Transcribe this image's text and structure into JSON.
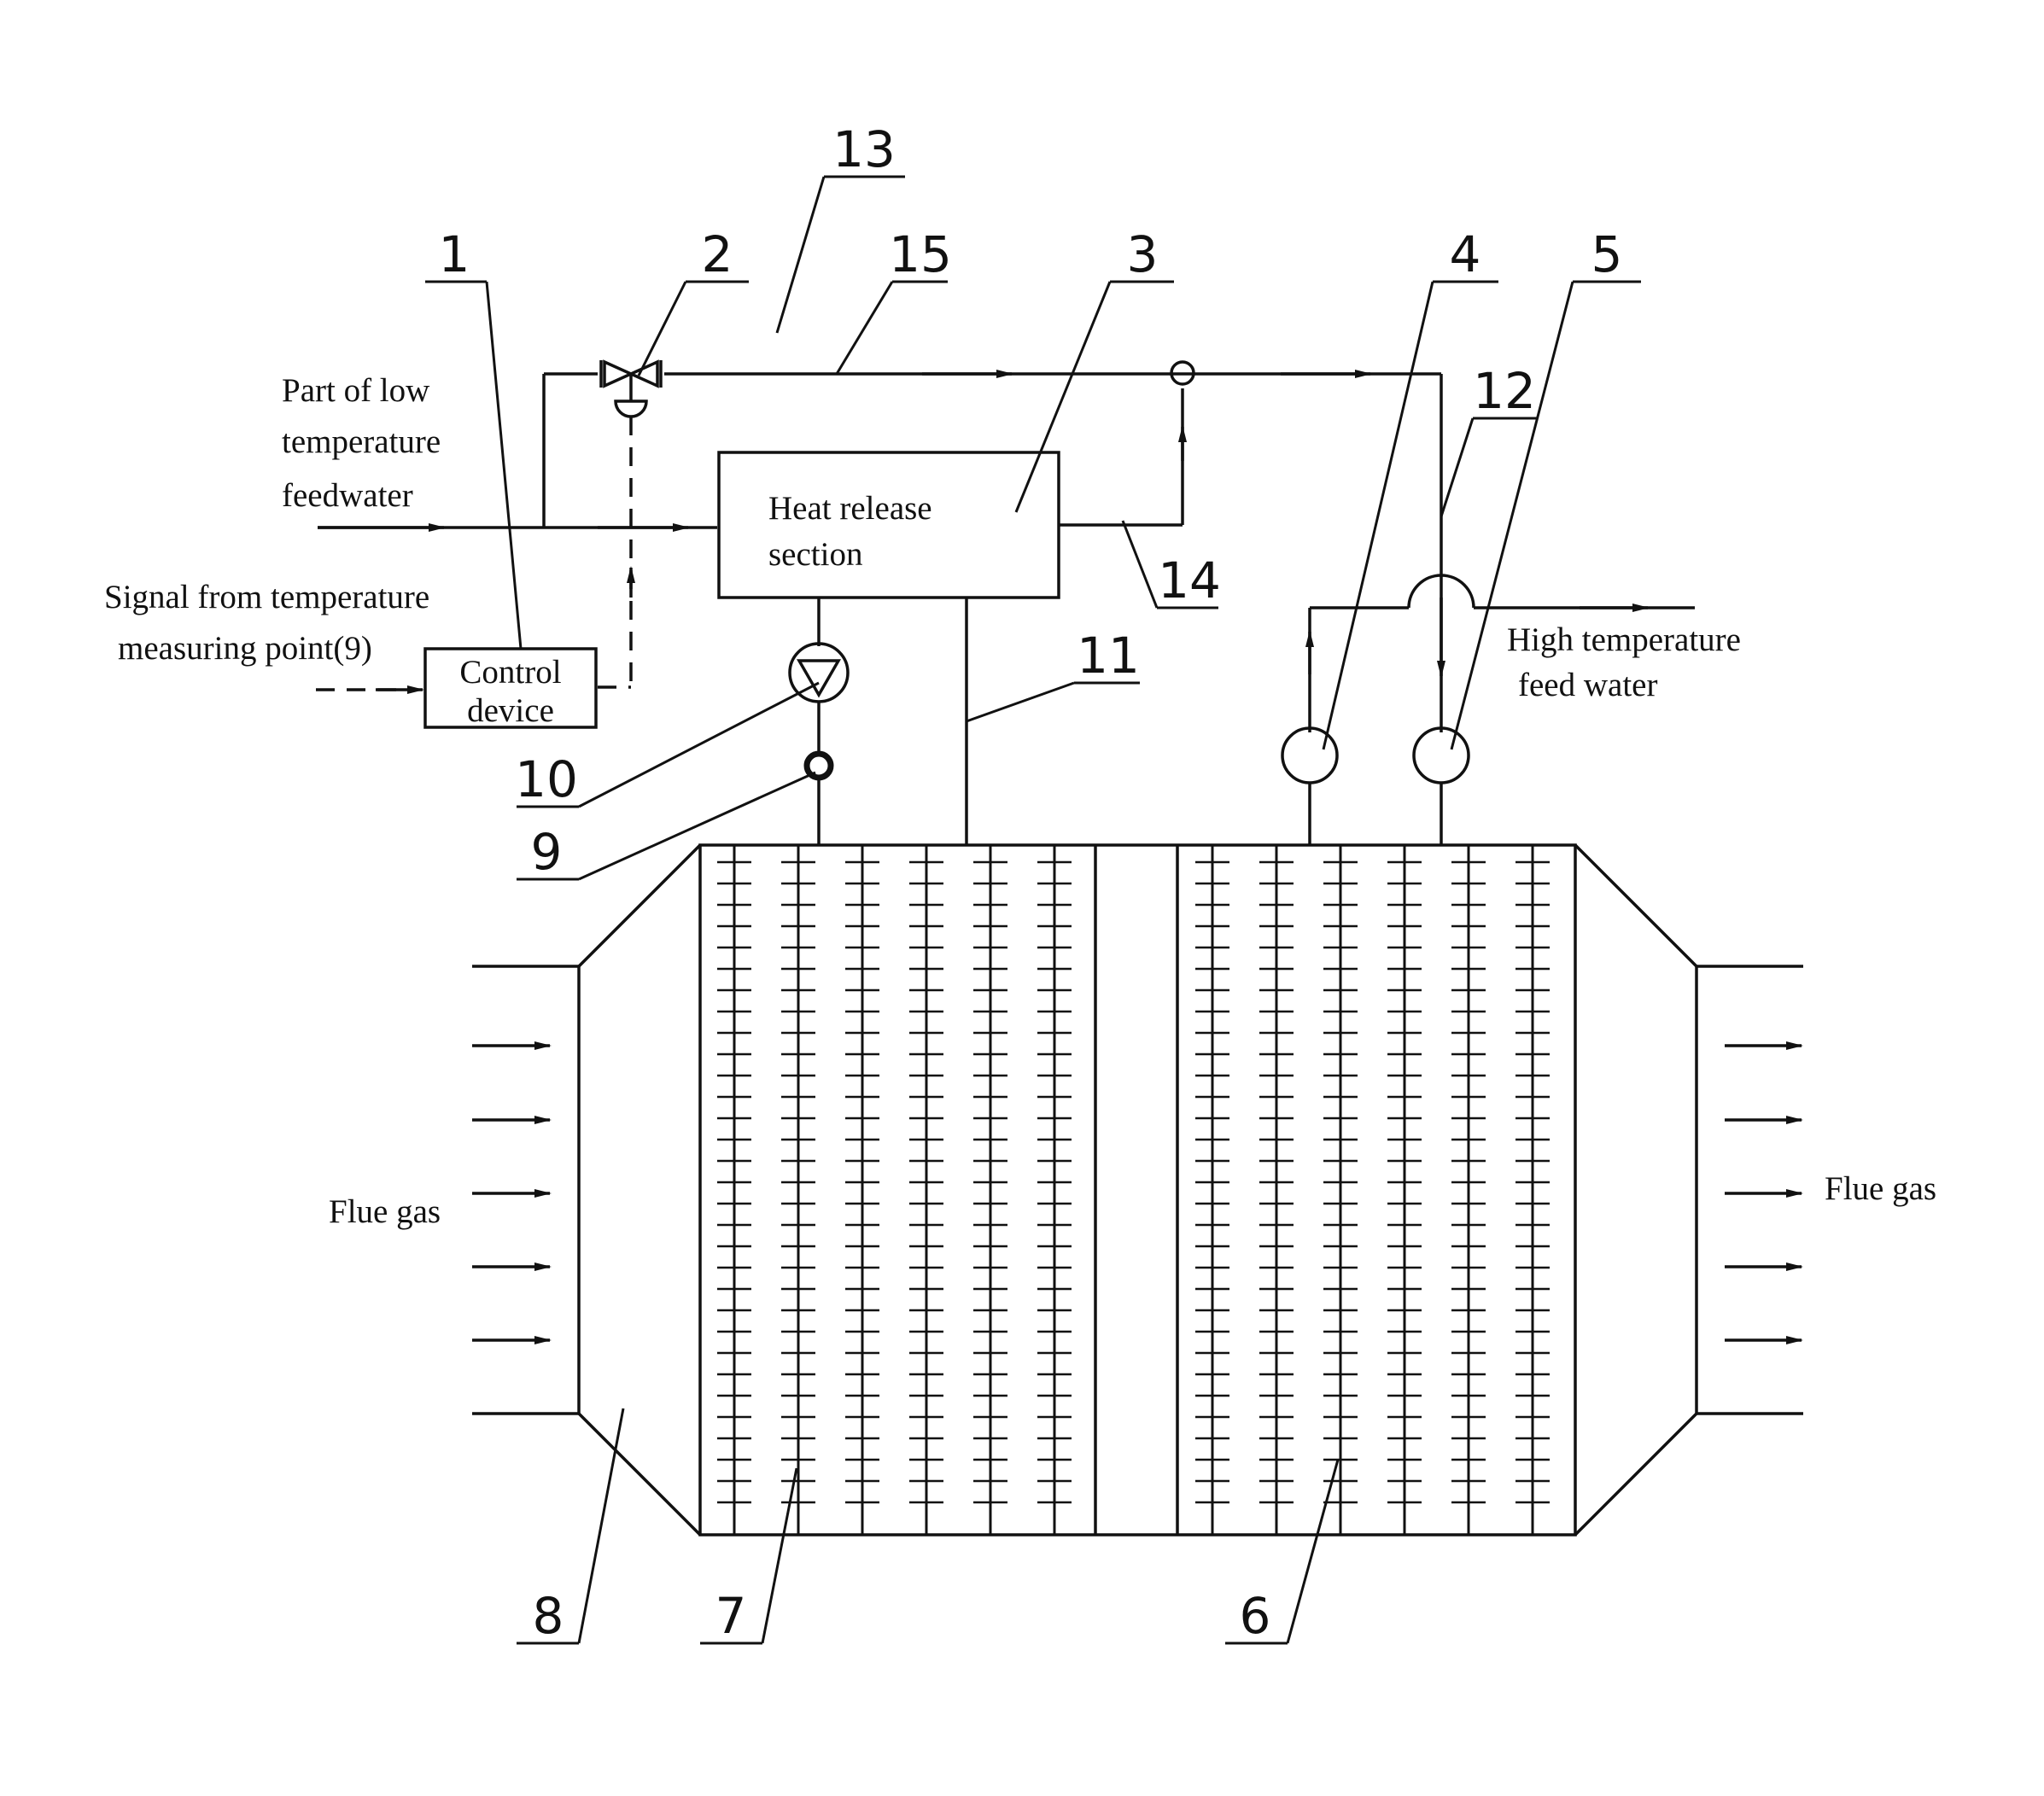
{
  "labels": {
    "low_temp_feedwater": [
      "Part of    low",
      "temperature",
      "feedwater"
    ],
    "signal_source": [
      "Signal from temperature",
      "measuring point(9)"
    ],
    "control_device": [
      "Control",
      "device"
    ],
    "heat_release_section": [
      "Heat    release",
      "section"
    ],
    "high_temp_feedwater": [
      "High temperature",
      "feed    water"
    ],
    "flue_gas_in": "Flue gas",
    "flue_gas_out": "Flue gas"
  },
  "callouts": {
    "c1": "1",
    "c2": "2",
    "c3": "3",
    "c4": "4",
    "c5": "5",
    "c6": "6",
    "c7": "7",
    "c8": "8",
    "c9": "9",
    "c10": "10",
    "c11": "11",
    "c12": "12",
    "c13": "13",
    "c14": "14",
    "c15": "15"
  },
  "colors": {
    "line": "#111111",
    "background": "#ffffff"
  },
  "icons": [
    "regulating-valve-icon",
    "pump-icon",
    "temperature-measuring-point-icon",
    "pipe-crossover-icon",
    "flow-arrow-icon"
  ],
  "exchanger": {
    "sections": 2,
    "tubes_per_section": 6
  }
}
